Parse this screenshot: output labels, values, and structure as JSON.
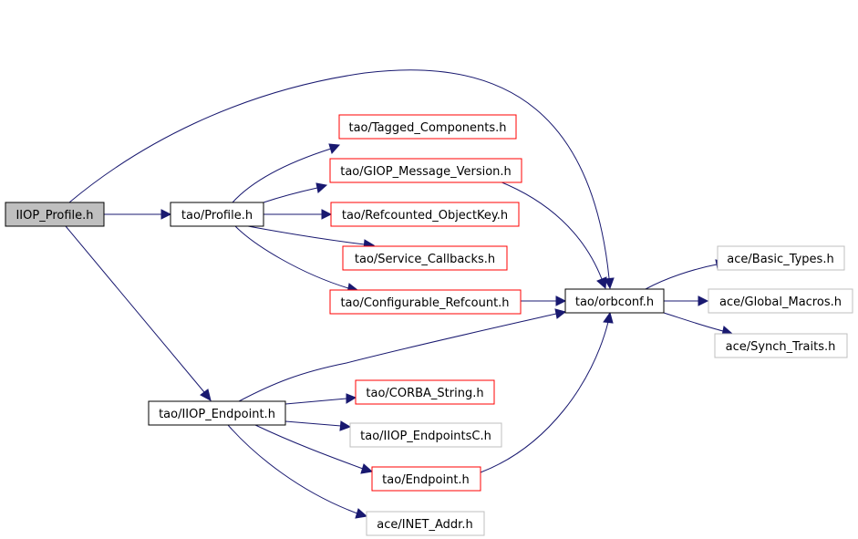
{
  "colors": {
    "edge": "#191970",
    "root_fill": "#bfbfbf",
    "root_border": "#000000",
    "normal_border": "#000000",
    "error_border": "#ff0000",
    "external_border": "#bfbfbf"
  },
  "nodes": {
    "iiop_profile": {
      "label": "IIOP_Profile.h",
      "kind": "root"
    },
    "profile": {
      "label": "tao/Profile.h",
      "kind": "normal"
    },
    "iiop_endpoint": {
      "label": "tao/IIOP_Endpoint.h",
      "kind": "normal"
    },
    "tagged_components": {
      "label": "tao/Tagged_Components.h",
      "kind": "error"
    },
    "giop_message_version": {
      "label": "tao/GIOP_Message_Version.h",
      "kind": "error"
    },
    "refcounted_objectkey": {
      "label": "tao/Refcounted_ObjectKey.h",
      "kind": "error"
    },
    "service_callbacks": {
      "label": "tao/Service_Callbacks.h",
      "kind": "error"
    },
    "configurable_refcount": {
      "label": "tao/Configurable_Refcount.h",
      "kind": "error"
    },
    "orbconf": {
      "label": "tao/orbconf.h",
      "kind": "normal"
    },
    "basic_types": {
      "label": "ace/Basic_Types.h",
      "kind": "external"
    },
    "global_macros": {
      "label": "ace/Global_Macros.h",
      "kind": "external"
    },
    "synch_traits": {
      "label": "ace/Synch_Traits.h",
      "kind": "external"
    },
    "corba_string": {
      "label": "tao/CORBA_String.h",
      "kind": "error"
    },
    "iiop_endpointsc": {
      "label": "tao/IIOP_EndpointsC.h",
      "kind": "external"
    },
    "endpoint": {
      "label": "tao/Endpoint.h",
      "kind": "error"
    },
    "inet_addr": {
      "label": "ace/INET_Addr.h",
      "kind": "external"
    }
  },
  "edges": [
    {
      "from": "iiop_profile",
      "to": "profile"
    },
    {
      "from": "iiop_profile",
      "to": "orbconf"
    },
    {
      "from": "iiop_profile",
      "to": "iiop_endpoint"
    },
    {
      "from": "profile",
      "to": "tagged_components"
    },
    {
      "from": "profile",
      "to": "giop_message_version"
    },
    {
      "from": "profile",
      "to": "refcounted_objectkey"
    },
    {
      "from": "profile",
      "to": "service_callbacks"
    },
    {
      "from": "profile",
      "to": "configurable_refcount"
    },
    {
      "from": "giop_message_version",
      "to": "orbconf"
    },
    {
      "from": "configurable_refcount",
      "to": "orbconf"
    },
    {
      "from": "orbconf",
      "to": "basic_types"
    },
    {
      "from": "orbconf",
      "to": "global_macros"
    },
    {
      "from": "orbconf",
      "to": "synch_traits"
    },
    {
      "from": "iiop_endpoint",
      "to": "orbconf"
    },
    {
      "from": "iiop_endpoint",
      "to": "corba_string"
    },
    {
      "from": "iiop_endpoint",
      "to": "iiop_endpointsc"
    },
    {
      "from": "iiop_endpoint",
      "to": "endpoint"
    },
    {
      "from": "iiop_endpoint",
      "to": "inet_addr"
    },
    {
      "from": "endpoint",
      "to": "orbconf"
    }
  ]
}
